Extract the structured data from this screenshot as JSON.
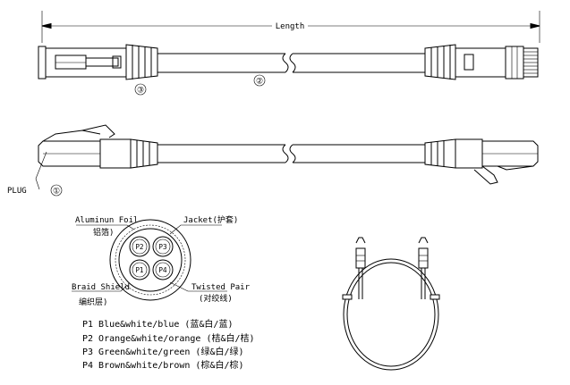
{
  "dimension": {
    "length_label": "Length"
  },
  "callouts": {
    "plug": "①",
    "cable": "②",
    "boot": "③"
  },
  "side_labels": {
    "plug_label": "PLUG"
  },
  "cross_section": {
    "foil": "Aluminun  Foil",
    "foil_cn": "铝箔)",
    "jacket": "Jacket(护套)",
    "braid": "Braid  Shield",
    "braid_cn": "编织层)",
    "twisted": "Twisted Pair",
    "twisted_cn": "(对绞线)",
    "pairs": [
      "P2",
      "P3",
      "P1",
      "P4"
    ]
  },
  "legend": [
    {
      "code": "P1",
      "text": "P1 Blue&white/blue  (蓝&白/蓝)"
    },
    {
      "code": "P2",
      "text": "P2 Orange&white/orange (桔&白/桔)"
    },
    {
      "code": "P3",
      "text": "P3 Green&white/green (绿&白/绿)"
    },
    {
      "code": "P4",
      "text": "P4 Brown&white/brown (棕&白/棕)"
    }
  ]
}
